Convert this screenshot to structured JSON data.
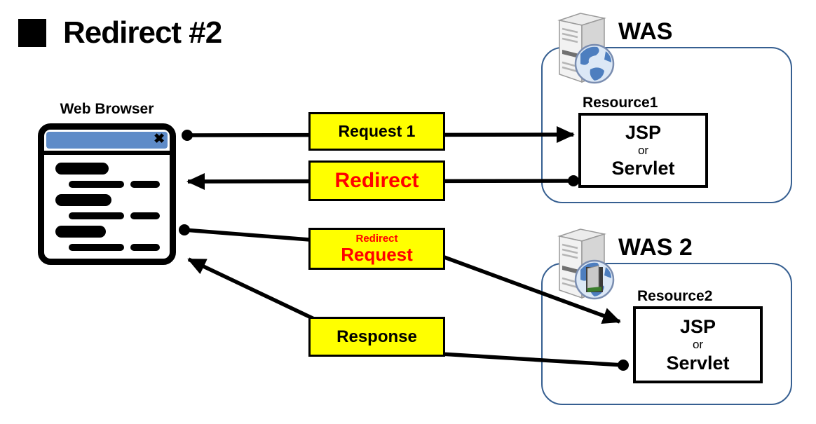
{
  "title": {
    "text": "Redirect #2"
  },
  "browser": {
    "label": "Web Browser"
  },
  "flows": {
    "request1": {
      "label": "Request 1"
    },
    "redirect": {
      "label": "Redirect"
    },
    "redirect_request": {
      "label_small": "Redirect",
      "label_large": "Request"
    },
    "response": {
      "label": "Response"
    }
  },
  "was1": {
    "title": "WAS",
    "resource": "Resource1",
    "box": {
      "line1": "JSP",
      "line2": "or",
      "line3": "Servlet"
    }
  },
  "was2": {
    "title": "WAS 2",
    "resource": "Resource2",
    "box": {
      "line1": "JSP",
      "line2": "or",
      "line3": "Servlet"
    }
  },
  "icons": {
    "close_glyph": "✖"
  },
  "colors": {
    "highlight_yellow": "#ffff00",
    "alert_red": "#ff0000",
    "browser_titlebar_blue": "#5e8bc8",
    "container_border_blue": "#365f91",
    "arrow_black": "#000000"
  }
}
